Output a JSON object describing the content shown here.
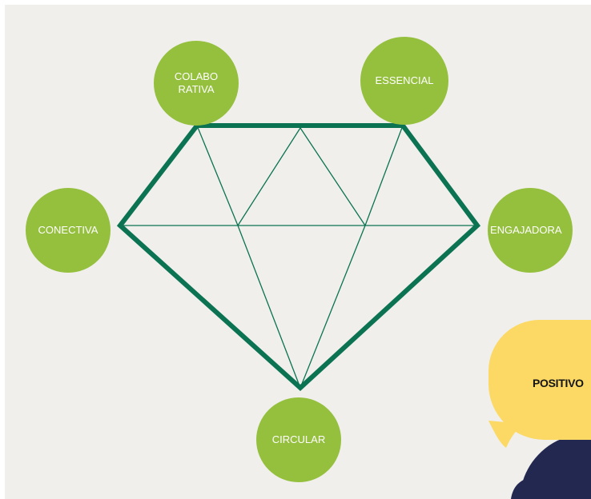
{
  "diagram": {
    "nodes": {
      "colaborativa": "COLABO RATIVA",
      "colaborativa_line1": "COLABO",
      "colaborativa_line2": "RATIVA",
      "essencial": "ESSENCIAL",
      "conectiva": "CONECTIVA",
      "engajadora": "ENGAJADORA",
      "circular": "CIRCULAR"
    },
    "speech_bubble": "POSITIVO",
    "colors": {
      "background": "#f0efec",
      "node_fill": "#95c03e",
      "diamond_stroke": "#0b7352",
      "bubble_fill": "#fbd964",
      "figure_fill": "#22284f"
    },
    "shape": "diamond"
  }
}
